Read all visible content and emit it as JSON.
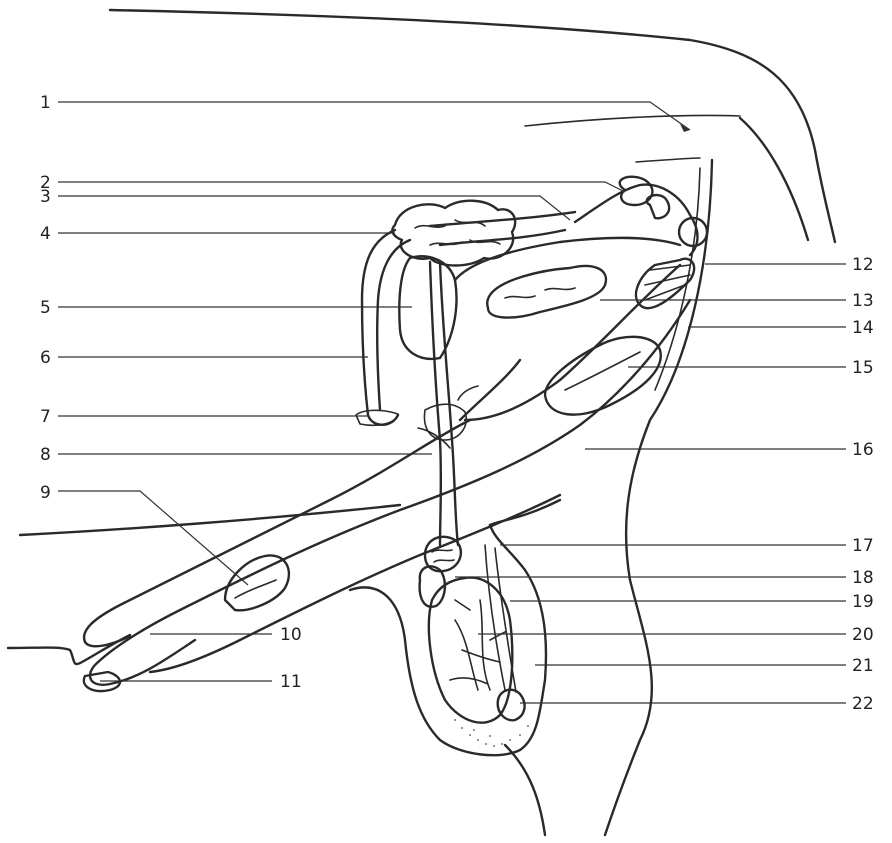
{
  "figure": {
    "background": "#ffffff",
    "ink_color": "#2a2a2a",
    "left_labels": [
      "1",
      "2",
      "3",
      "4",
      "5",
      "6",
      "7",
      "8",
      "9",
      "10",
      "11"
    ],
    "right_labels": [
      "12",
      "13",
      "14",
      "15",
      "16",
      "17",
      "18",
      "19",
      "20",
      "21",
      "22"
    ]
  }
}
